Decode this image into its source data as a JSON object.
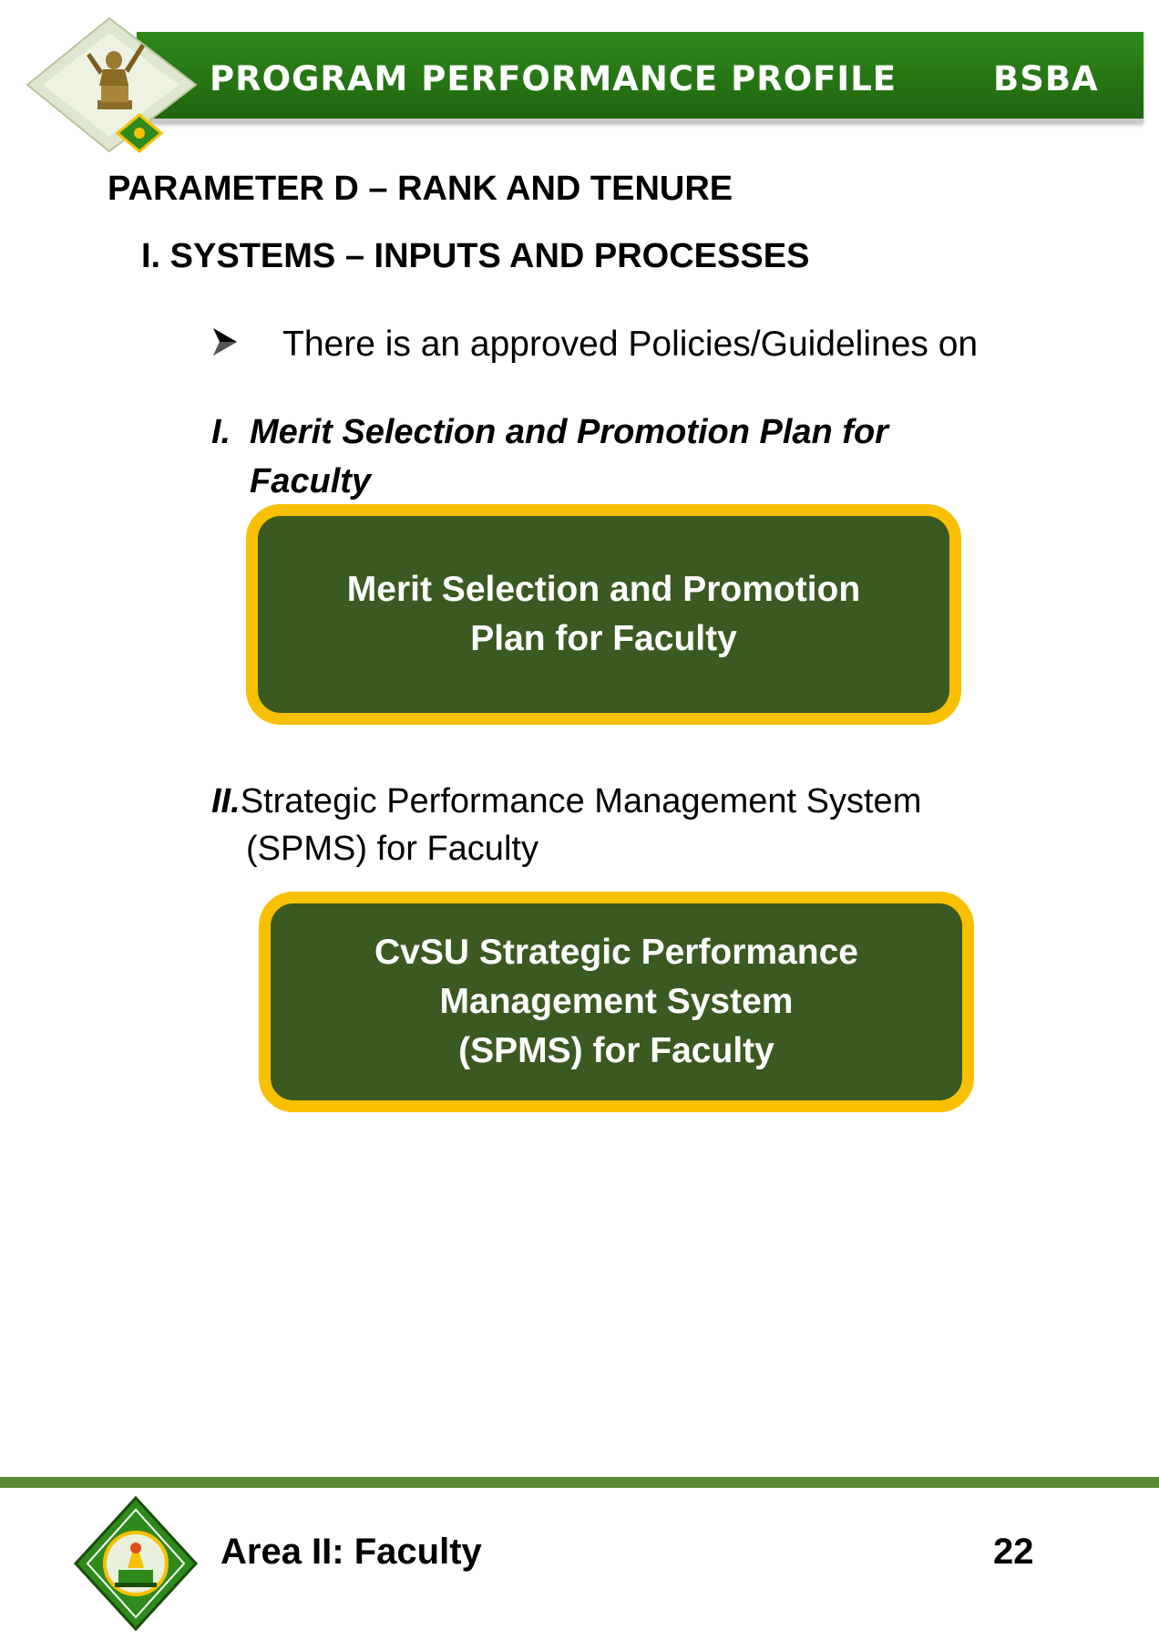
{
  "header": {
    "title": "PROGRAM PERFORMANCE PROFILE",
    "program_code": "BSBA",
    "colors": {
      "bar": "#2f8a1c",
      "text": "#ffffff"
    },
    "emblem_icon": "university-statue-emblem"
  },
  "content": {
    "parameter_title": "PARAMETER D – RANK AND TENURE",
    "section_title": "I. SYSTEMS – INPUTS AND PROCESSES",
    "bullet": {
      "icon": "arrow-bullet-icon",
      "text": "There is an approved Policies/Guidelines on"
    },
    "item_one": {
      "number": "I.",
      "line1": "Merit Selection and Promotion Plan for",
      "line2": "Faculty",
      "box_lines": [
        "Merit Selection and Promotion",
        "Plan for Faculty"
      ]
    },
    "item_two": {
      "number": "II.",
      "line1": "Strategic Performance Management System",
      "line2": "(SPMS) for Faculty",
      "box_lines": [
        "CvSU Strategic Performance",
        "Management System",
        "(SPMS) for Faculty"
      ]
    },
    "colors": {
      "box_fill": "#3b5a22",
      "box_border": "#f8c000"
    }
  },
  "footer": {
    "area_label": "Area II: Faculty",
    "page_number": "22",
    "logo_icon": "university-seal-logo",
    "line_color": "#5b8a36"
  }
}
